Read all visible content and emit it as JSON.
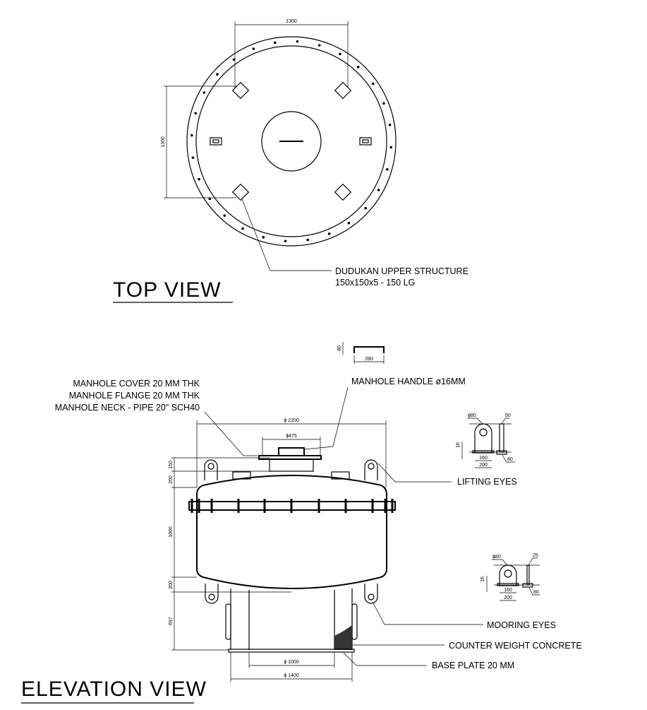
{
  "top_view": {
    "title": "TOP VIEW",
    "dim_horizontal": "1300",
    "dim_vertical": "1300",
    "callout_line1": "DUDUKAN UPPER STRUCTURE",
    "callout_line2": "150x150x5 - 150 LG"
  },
  "elevation_view": {
    "title": "ELEVATION VIEW",
    "manhole_cover": "MANHOLE COVER 20 MM THK",
    "manhole_flange": "MANHOLE FLANGE 20 MM THK",
    "manhole_neck": "MANHOLE NECK - PIPE 20\" SCH40",
    "manhole_handle": "MANHOLE HANDLE ø16MM",
    "lifting_eyes": "LIFTING EYES",
    "mooring_eyes": "MOORING EYES",
    "counter_weight": "COUNTER WEIGHT CONCRETE",
    "base_plate": "BASE PLATE 20 MM",
    "dims": {
      "overall_dia": "ϕ 2200",
      "manhole_dia": "ϕ475",
      "neck_height": "150",
      "top_dome": "200",
      "shell_height": "1000",
      "bottom_dome": "200",
      "leg_height": "697",
      "inner_dia": "ϕ 1000",
      "base_dia": "ϕ 1400"
    },
    "handle_detail": {
      "height": "80",
      "width": "280"
    },
    "lifting_detail": {
      "hole": "ϕ80",
      "thk": "50",
      "h": "16",
      "inner": "160",
      "outer": "200",
      "side": "80"
    },
    "mooring_detail": {
      "hole": "ϕ80",
      "thk": "25",
      "h": "16",
      "inner": "160",
      "outer": "200",
      "side": "80"
    }
  }
}
